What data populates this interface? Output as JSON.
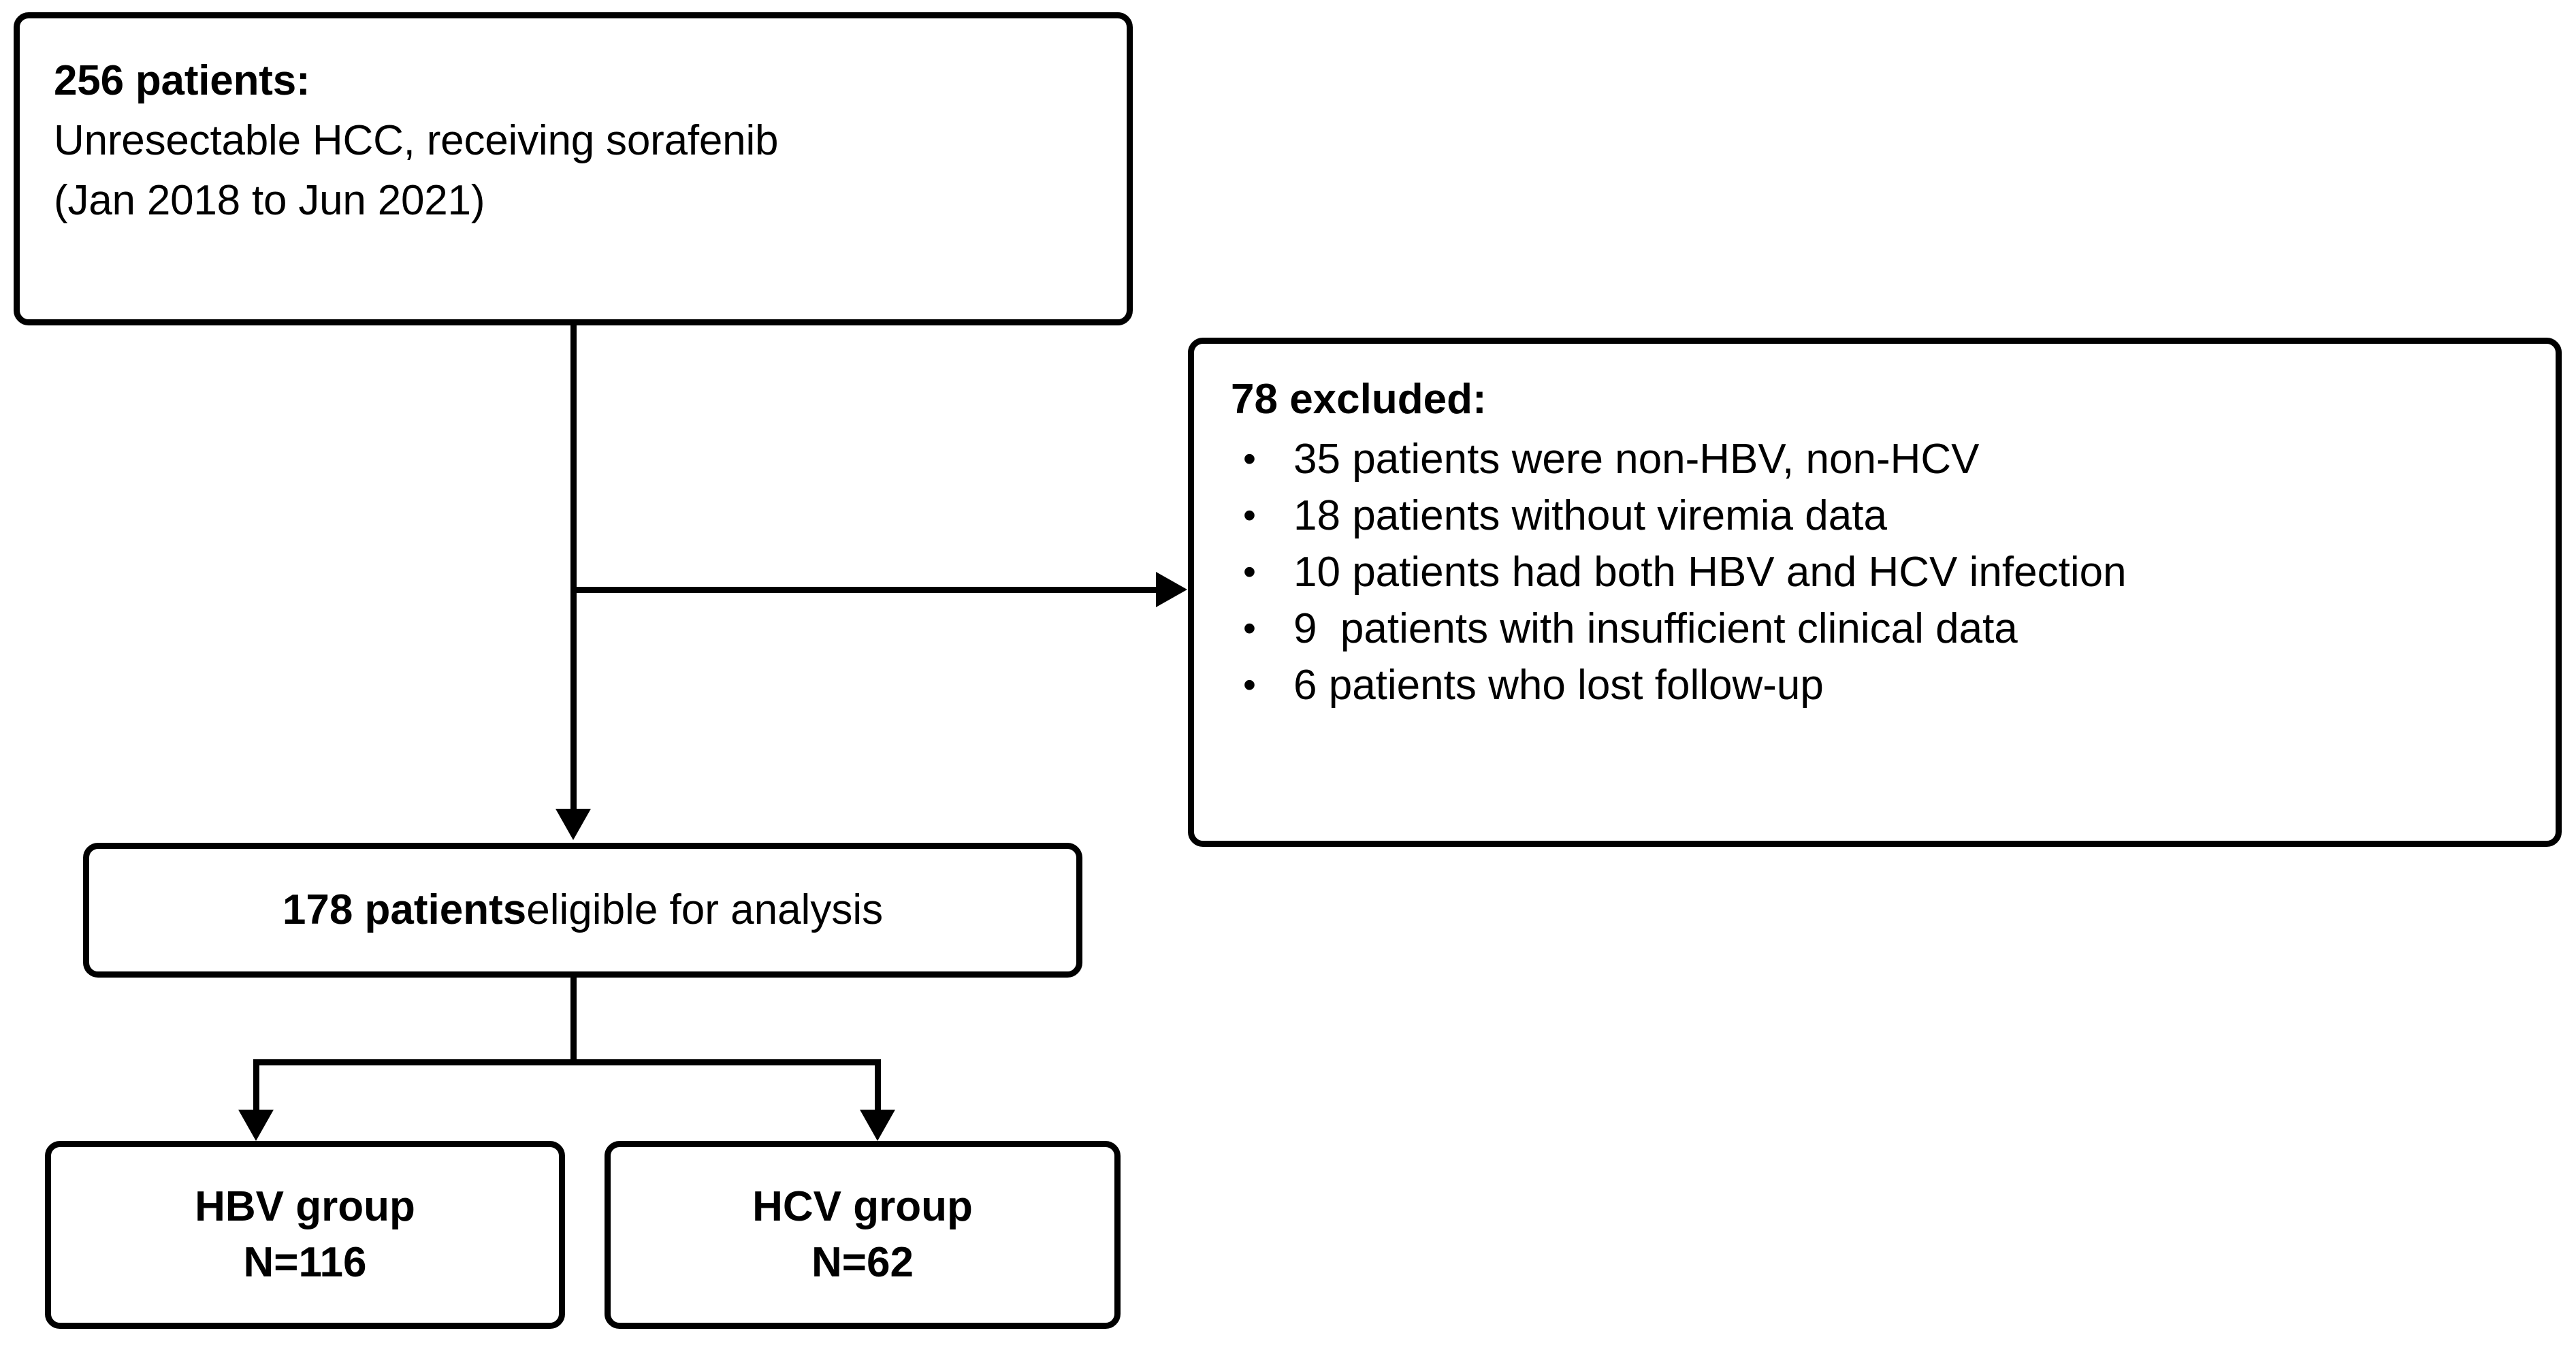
{
  "diagram": {
    "title": "Patient selection flow diagram",
    "colors": {
      "stroke": "#000000",
      "background": "#ffffff",
      "text": "#000000"
    },
    "enrolled": {
      "headline": "256 patients:",
      "line2": "Unresectable HCC, receiving sorafenib",
      "line3": "(Jan 2018 to Jun 2021)",
      "count": 256
    },
    "excluded": {
      "headline": "78 excluded:",
      "count": 78,
      "bullet_glyph": "•",
      "reasons": [
        {
          "label": "35 patients were non-HBV, non-HCV",
          "count": 35
        },
        {
          "label": "18 patients without viremia data",
          "count": 18
        },
        {
          "label": "10 patients had both HBV and HCV infection",
          "count": 10
        },
        {
          "label": "9  patients with insufficient clinical data",
          "count": 9
        },
        {
          "label": "6 patients who lost follow-up",
          "count": 6
        }
      ]
    },
    "eligible": {
      "bold_part": "178 patients",
      "rest_part": " eligible for analysis",
      "count": 178
    },
    "groups": [
      {
        "name": "HBV group",
        "n_label": "N=116",
        "n": 116
      },
      {
        "name": "HCV group",
        "n_label": "N=62",
        "n": 62
      }
    ]
  }
}
